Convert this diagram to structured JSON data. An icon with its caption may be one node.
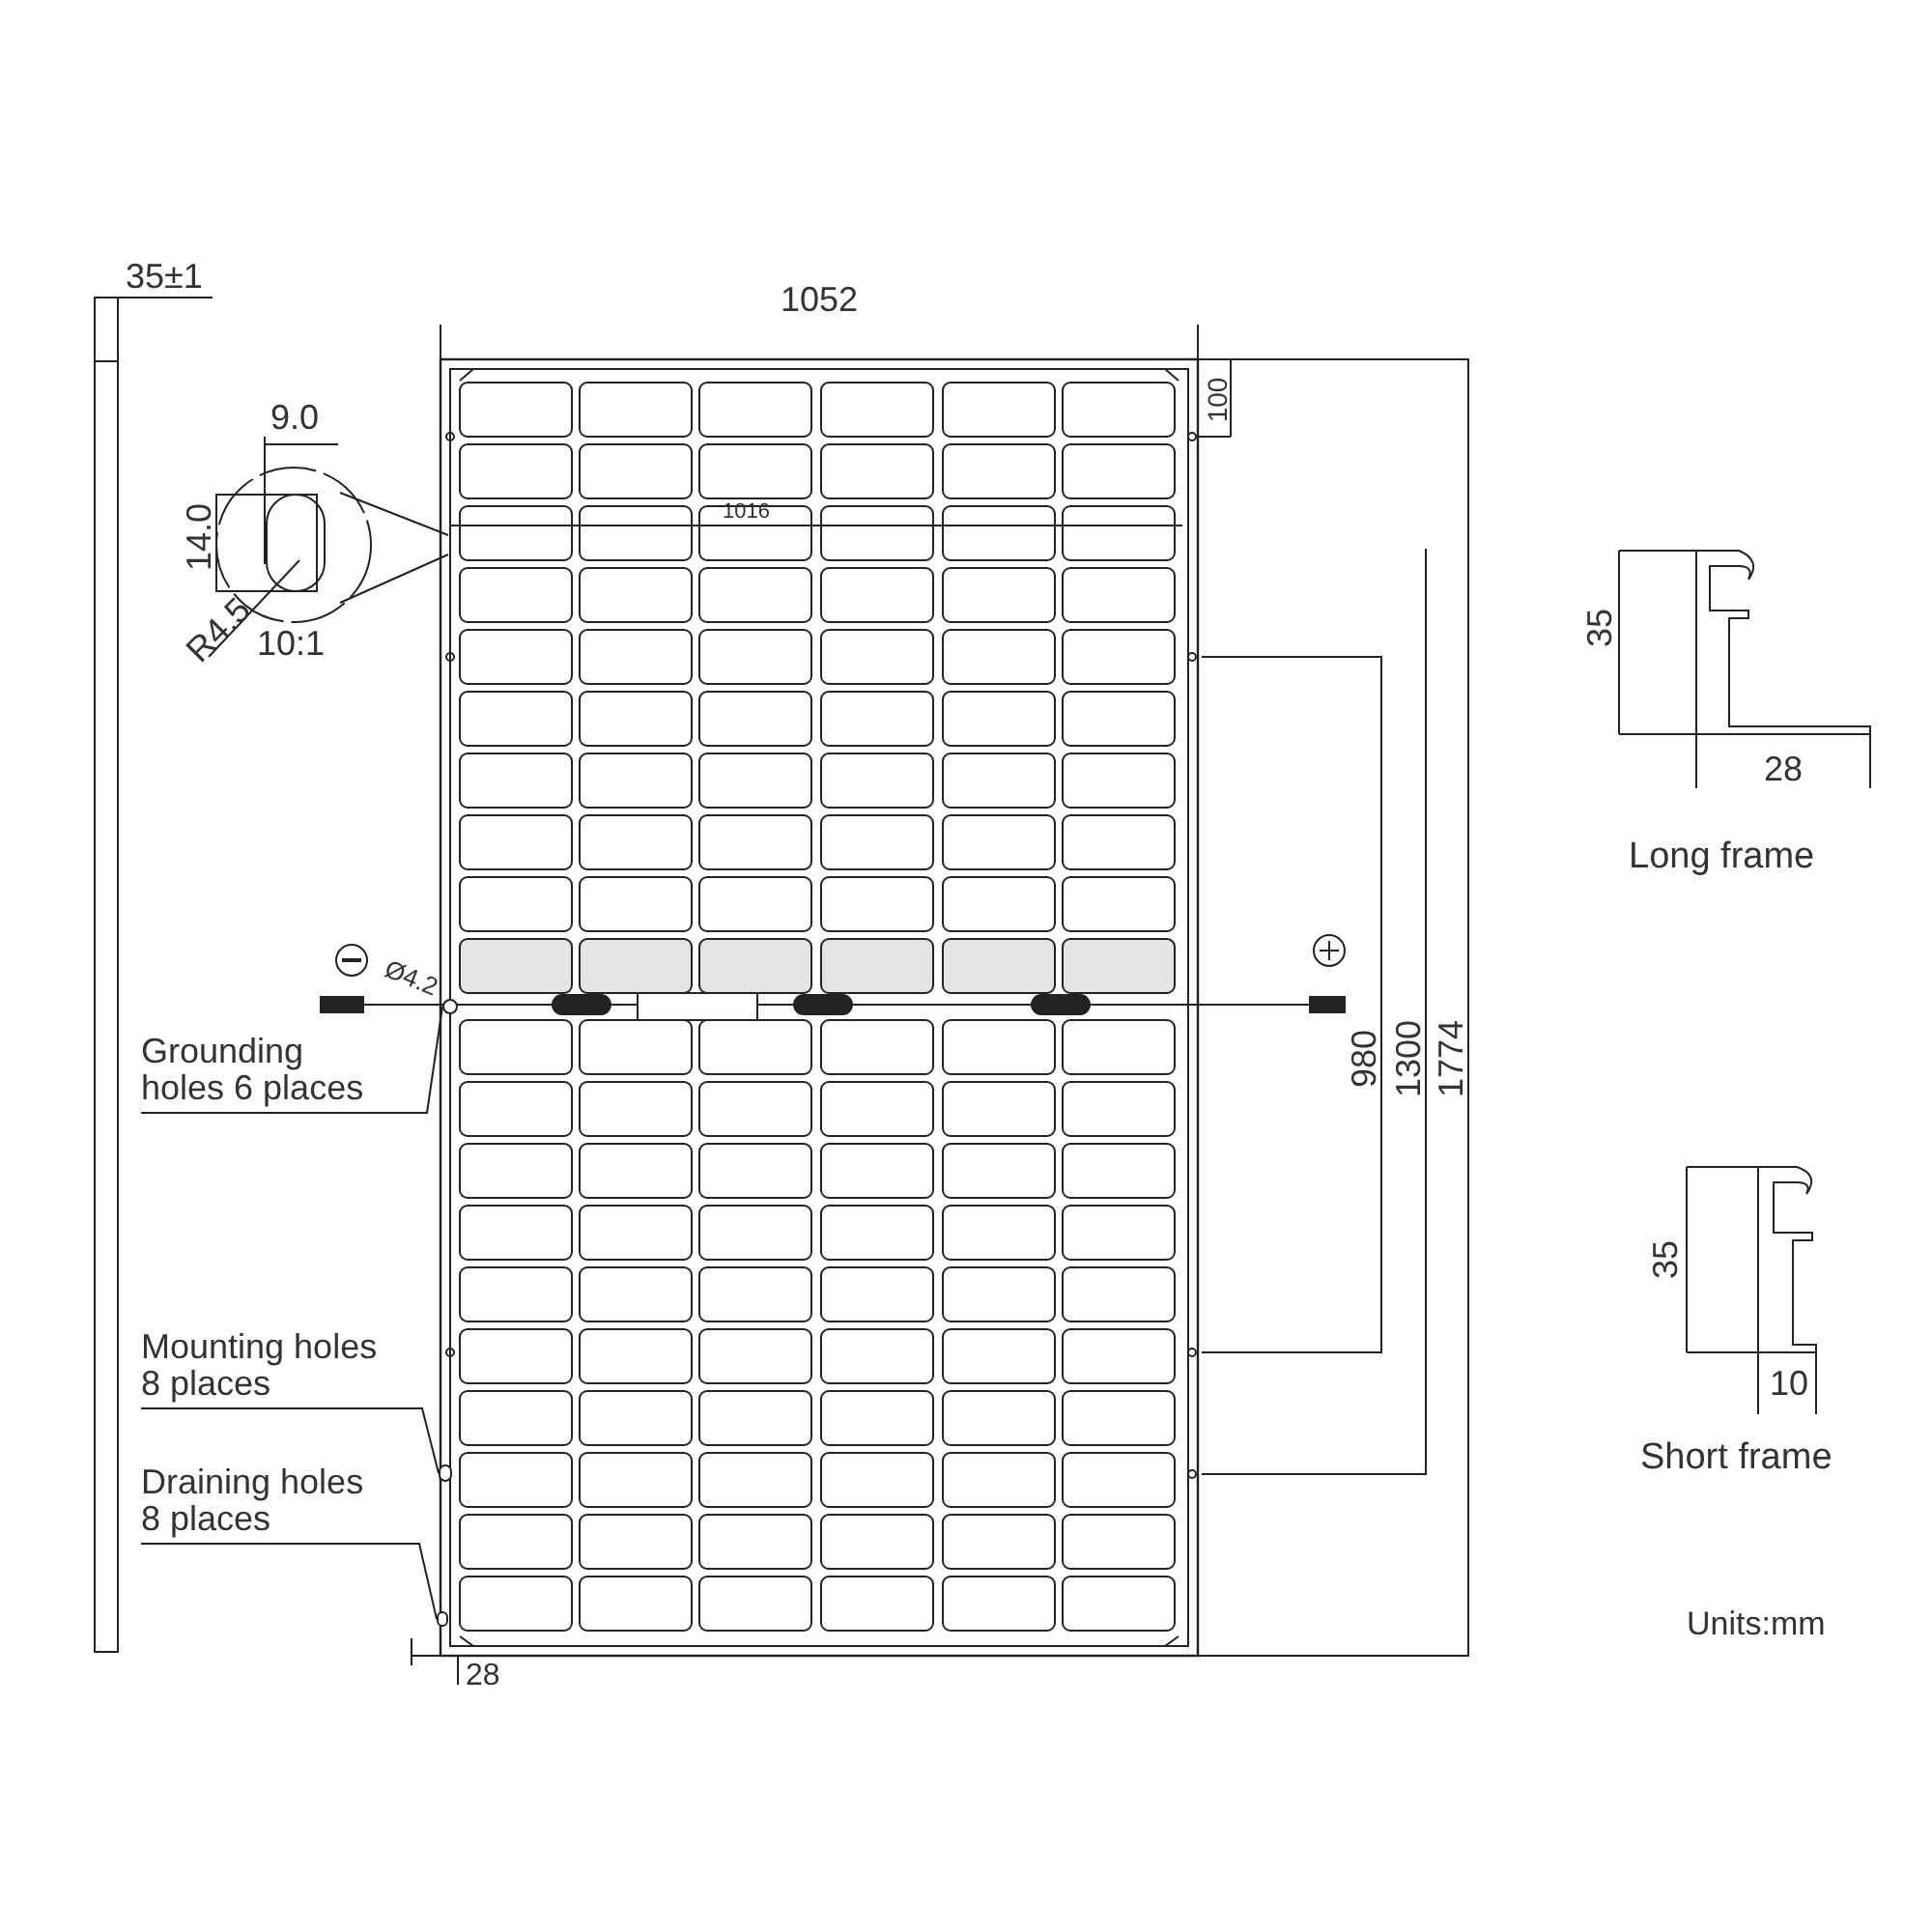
{
  "diagram": {
    "nodes": [
      {
        "text": [
          "Grounding holes 6 places"
        ]
      },
      {
        "text": [
          "Mounting holes 8 places"
        ]
      },
      {
        "text": [
          "Draining holes 8 places"
        ]
      },
      {
        "text": [],
        "shape": "circle"
      },
      {
        "text": [],
        "shape": "circle"
      },
      {
        "text": [],
        "shape": "circle"
      }
    ],
    "edges": [
      {
        "from": 0,
        "to": 3,
        "arrow": "none"
      },
      {
        "from": 1,
        "to": 4,
        "arrow": "none"
      },
      {
        "from": 2,
        "to": 5,
        "arrow": "none"
      }
    ],
    "labels": [
      "35±1",
      "1052",
      "100",
      "9.0",
      "14.0",
      "1016",
      "R4.5",
      "10:1",
      "Ø4.2",
      "980",
      "1300",
      "1774",
      "28",
      "35",
      "28",
      "Long frame",
      "35",
      "10",
      "Short frame",
      "Units:mm"
    ]
  }
}
